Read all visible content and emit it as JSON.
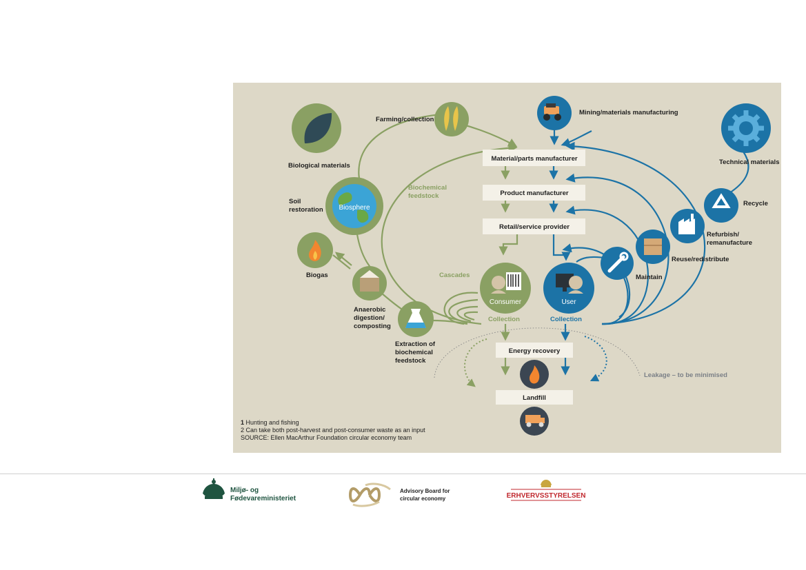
{
  "diagram": {
    "technical_materials": "Technical materials",
    "biological_materials": "Biological materials",
    "farming": "Farming/collection",
    "mining": "Mining/materials manufacturing",
    "material_parts": "Material/parts manufacturer",
    "product_manufacturer": "Product manufacturer",
    "retail": "Retail/service provider",
    "biochemical_1": "Biochemical",
    "biochemical_2": "feedstock",
    "soil_1": "Soil",
    "soil_2": "restoration",
    "biosphere": "Biosphere",
    "biogas": "Biogas",
    "anaerobic_1": "Anaerobic",
    "anaerobic_2": "digestion/",
    "anaerobic_3": "composting",
    "extraction_1": "Extraction of",
    "extraction_2": "biochemical",
    "extraction_3": "feedstock",
    "cascades": "Cascades",
    "consumer": "Consumer",
    "user": "User",
    "collection_bio": "Collection",
    "collection_tech": "Collection",
    "recycle": "Recycle",
    "refurbish_1": "Refurbish/",
    "refurbish_2": "remanufacture",
    "reuse": "Reuse/redistribute",
    "maintain": "Maintain",
    "energy_recovery": "Energy recovery",
    "landfill": "Landfill",
    "leakage": "Leakage – to be minimised",
    "footnote_1_num": "1",
    "footnote_1": "Hunting and fishing",
    "footnote_2": "2 Can take both post-harvest and post-consumer waste as an input",
    "source": "SOURCE: Ellen MacArthur Foundation circular economy team"
  },
  "colors": {
    "background": "#ddd8c7",
    "green": "#8aa063",
    "blue": "#1c73a6",
    "dark": "#3b4652"
  },
  "footer": {
    "logo1_line1": "Miljø- og",
    "logo1_line2": "Fødevareministeriet",
    "logo2_line1": "Advisory Board for",
    "logo2_line2": "circular economy",
    "logo3": "ERHVERVSSTYRELSEN"
  }
}
